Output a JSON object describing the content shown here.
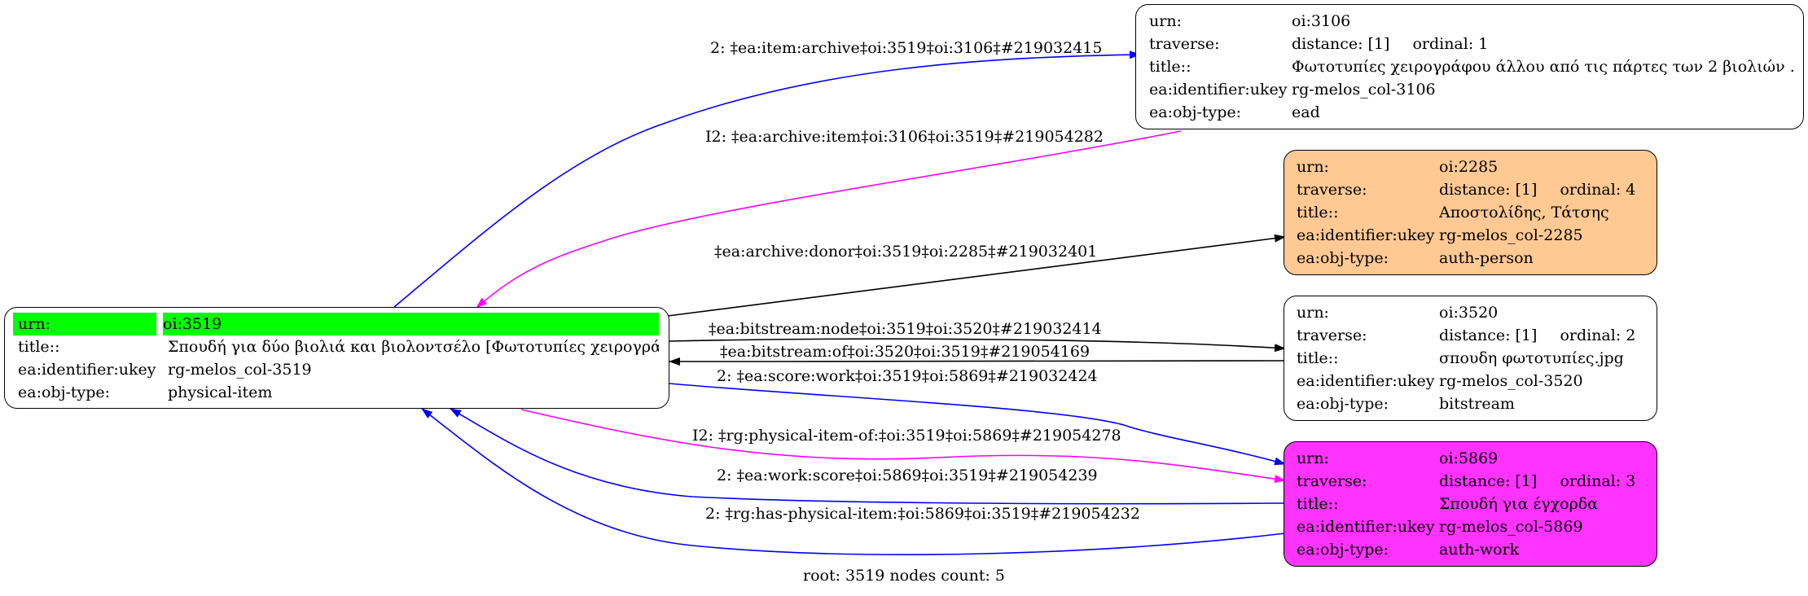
{
  "nodes": {
    "root": {
      "urn_key": "urn:",
      "urn": "oi:3519",
      "title_key": "title::",
      "title": "Σπουδή για δύο βιολιά και βιολοντσέλο [Φωτοτυπίες χειρογρά...",
      "ukey_key": "ea:identifier:ukey",
      "ukey": "rg-melos_col-3519",
      "type_key": "ea:obj-type:",
      "type": "physical-item",
      "highlight_color": "#00ff00",
      "fill": "#ffffff"
    },
    "n3106": {
      "urn_key": "urn:",
      "urn": "oi:3106",
      "traverse_key": "traverse:",
      "distance": "distance: [1]",
      "ordinal": "ordinal: 1",
      "title_key": "title::",
      "title": "Φωτοτυπίες χειρογράφου άλλου από τις πάρτες των 2 βιολιών ...",
      "ukey_key": "ea:identifier:ukey",
      "ukey": "rg-melos_col-3106",
      "type_key": "ea:obj-type:",
      "type": "ead",
      "fill": "#ffffff"
    },
    "n2285": {
      "urn_key": "urn:",
      "urn": "oi:2285",
      "traverse_key": "traverse:",
      "distance": "distance: [1]",
      "ordinal": "ordinal: 4",
      "title_key": "title::",
      "title": "Αποστολίδης, Τάτσης",
      "ukey_key": "ea:identifier:ukey",
      "ukey": "rg-melos_col-2285",
      "type_key": "ea:obj-type:",
      "type": "auth-person",
      "fill": "#ffc993"
    },
    "n3520": {
      "urn_key": "urn:",
      "urn": "oi:3520",
      "traverse_key": "traverse:",
      "distance": "distance: [1]",
      "ordinal": "ordinal: 2",
      "title_key": "title::",
      "title": "σπουδη φωτοτυπίες.jpg",
      "ukey_key": "ea:identifier:ukey",
      "ukey": "rg-melos_col-3520",
      "type_key": "ea:obj-type:",
      "type": "bitstream",
      "fill": "#ffffff"
    },
    "n5869": {
      "urn_key": "urn:",
      "urn": "oi:5869",
      "traverse_key": "traverse:",
      "distance": "distance: [1]",
      "ordinal": "ordinal: 3",
      "title_key": "title::",
      "title": "Σπουδή για έγχορδα",
      "ukey_key": "ea:identifier:ukey",
      "ukey": "rg-melos_col-5869",
      "type_key": "ea:obj-type:",
      "type": "auth-work",
      "fill": "#ff33ff"
    }
  },
  "edges": [
    {
      "label": "2: ‡ea:item:archive‡oi:3519‡oi:3106‡#219032415",
      "color": "#0000ff"
    },
    {
      "label": "I2: ‡ea:archive:item‡oi:3106‡oi:3519‡#219054282",
      "color": "#ff00ff"
    },
    {
      "label": "‡ea:archive:donor‡oi:3519‡oi:2285‡#219032401",
      "color": "#000000"
    },
    {
      "label": "‡ea:bitstream:node‡oi:3519‡oi:3520‡#219032414",
      "color": "#000000"
    },
    {
      "label": "‡ea:bitstream:of‡oi:3520‡oi:3519‡#219054169",
      "color": "#000000"
    },
    {
      "label": "2: ‡ea:score:work‡oi:3519‡oi:5869‡#219032424",
      "color": "#0000ff"
    },
    {
      "label": "I2: ‡rg:physical-item-of:‡oi:3519‡oi:5869‡#219054278",
      "color": "#ff00ff"
    },
    {
      "label": "2: ‡ea:work:score‡oi:5869‡oi:3519‡#219054239",
      "color": "#0000ff"
    },
    {
      "label": "2: ‡rg:has-physical-item:‡oi:5869‡oi:3519‡#219054232",
      "color": "#0000ff"
    }
  ],
  "footer": "root: 3519 nodes count: 5"
}
